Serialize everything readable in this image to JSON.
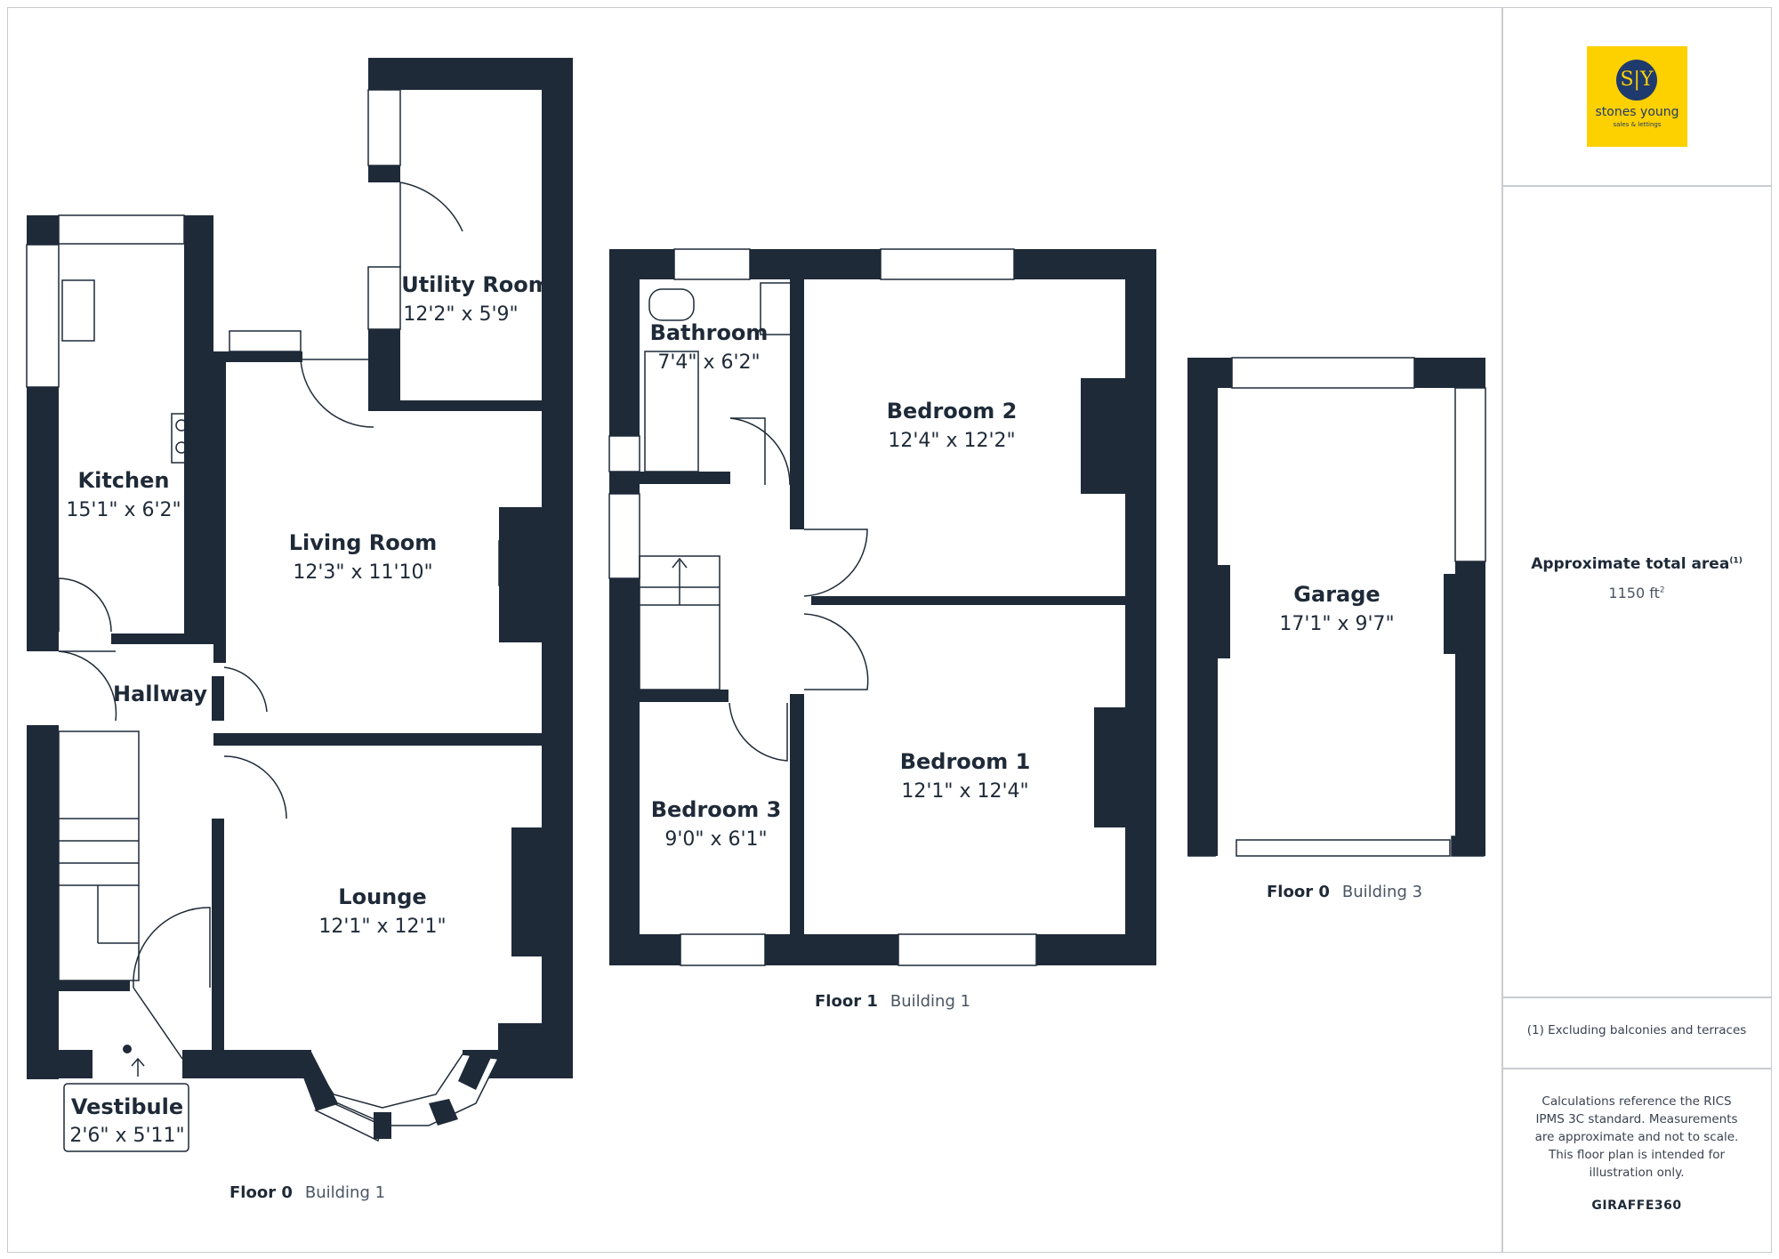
{
  "rooms": {
    "utility": {
      "name": "Utility Room",
      "dim": "12'2\" x 5'9\""
    },
    "kitchen": {
      "name": "Kitchen",
      "dim": "15'1\" x 6'2\""
    },
    "living": {
      "name": "Living Room",
      "dim": "12'3\" x 11'10\""
    },
    "hallway": {
      "name": "Hallway"
    },
    "lounge": {
      "name": "Lounge",
      "dim": "12'1\" x 12'1\""
    },
    "vestibule": {
      "name": "Vestibule",
      "dim": "2'6\" x 5'11\""
    },
    "bathroom": {
      "name": "Bathroom",
      "dim": "7'4\" x 6'2\""
    },
    "bedroom2": {
      "name": "Bedroom 2",
      "dim": "12'4\" x 12'2\""
    },
    "bedroom1": {
      "name": "Bedroom 1",
      "dim": "12'1\" x 12'4\""
    },
    "bedroom3": {
      "name": "Bedroom 3",
      "dim": "9'0\" x 6'1\""
    },
    "garage": {
      "name": "Garage",
      "dim": "17'1\" x 9'7\""
    }
  },
  "floor_labels": {
    "ground": {
      "floor": "Floor 0",
      "building": "Building 1"
    },
    "first": {
      "floor": "Floor 1",
      "building": "Building 1"
    },
    "garage": {
      "floor": "Floor 0",
      "building": "Building 3"
    }
  },
  "logo": {
    "initials": "S|Y",
    "name": "stones young",
    "tagline": "sales & lettings"
  },
  "sidebar": {
    "area_title": "Approximate total area",
    "area_title_sup": "(1)",
    "area_value": "1150 ft",
    "area_value_sup": "2",
    "footnote": "(1) Excluding balconies and terraces",
    "disclaimer": "Calculations reference the RICS IPMS 3C standard. Measurements are approximate and not to scale. This floor plan is intended for illustration only.",
    "brand": "GIRAFFE360"
  },
  "colors": {
    "wall": "#1f2a38",
    "logo_bg": "#fdd000",
    "logo_navy": "#1f3a6d",
    "border": "#c9ccd0"
  }
}
